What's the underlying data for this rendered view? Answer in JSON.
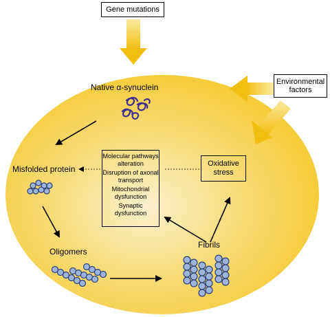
{
  "inputs": {
    "gene_mutations": "Gene mutations",
    "environmental_factors": "Environmental\nfactors"
  },
  "stages": {
    "native": "Native α-synuclein",
    "misfolded": "Misfolded protein",
    "oligomers": "Oligomers",
    "fibrils": "Fibrils"
  },
  "mechanisms": [
    "Molecular pathways alteration",
    "Disruption of axonal transport",
    "Mitochondrial dysfunction",
    "Synaptic dysfunction"
  ],
  "oxidative_stress": "Oxidative stress",
  "colors": {
    "cell_fill": "#f7d34e",
    "cell_center": "#fbeec4",
    "input_arrow": "#f3c21a",
    "protein_bead": "#9fb4dc",
    "native_protein": "#3f2f94"
  }
}
